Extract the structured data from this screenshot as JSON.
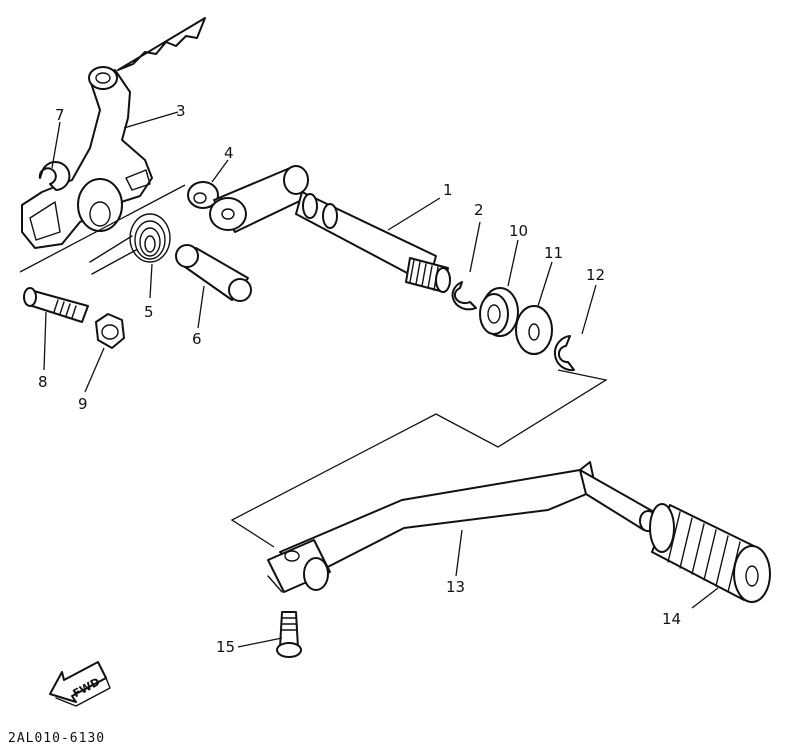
{
  "diagram": {
    "callouts": [
      {
        "id": "1",
        "label": "1"
      },
      {
        "id": "2",
        "label": "2"
      },
      {
        "id": "3",
        "label": "3"
      },
      {
        "id": "4",
        "label": "4"
      },
      {
        "id": "5",
        "label": "5"
      },
      {
        "id": "6",
        "label": "6"
      },
      {
        "id": "7",
        "label": "7"
      },
      {
        "id": "8",
        "label": "8"
      },
      {
        "id": "9",
        "label": "9"
      },
      {
        "id": "10",
        "label": "10"
      },
      {
        "id": "11",
        "label": "11"
      },
      {
        "id": "12",
        "label": "12"
      },
      {
        "id": "13",
        "label": "13"
      },
      {
        "id": "14",
        "label": "14"
      },
      {
        "id": "15",
        "label": "15"
      }
    ],
    "fwd_arrow_label": "FWD",
    "figure_code": "2AL010-6130"
  }
}
